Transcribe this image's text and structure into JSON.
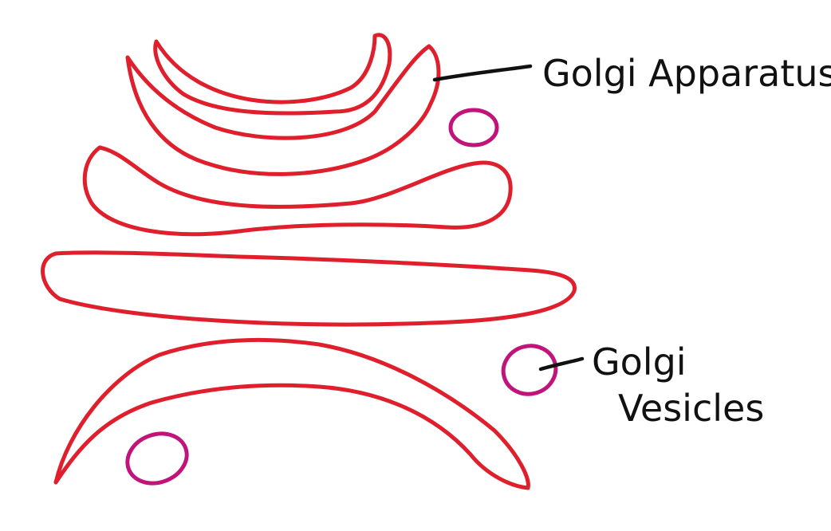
{
  "colors": {
    "cisternae": "#e01f2d",
    "vesicles": "#c0147a",
    "labels": "#111111",
    "background": "#ffffff"
  },
  "labels": {
    "golgi_apparatus": "Golgi Apparatus",
    "golgi_vesicles_line1": "Golgi",
    "golgi_vesicles_line2": "Vesicles"
  }
}
